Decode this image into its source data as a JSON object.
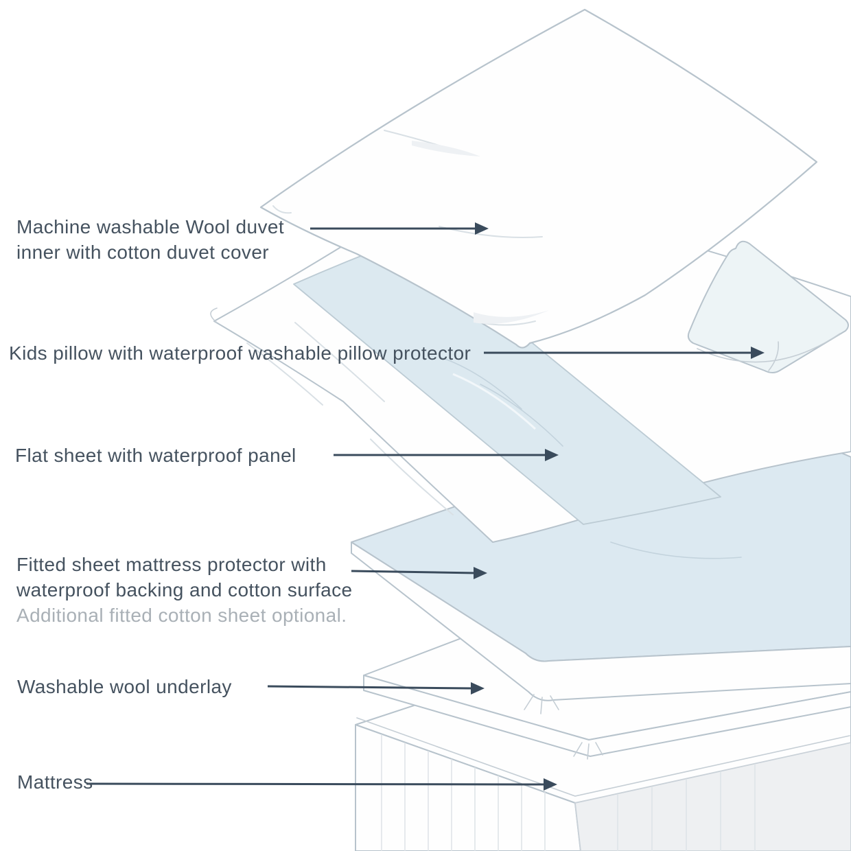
{
  "figure": {
    "type": "exploded-bed-layers-diagram",
    "labels": [
      {
        "id": "duvet",
        "lines": [
          "Machine washable Wool duvet",
          "inner with cotton duvet cover"
        ]
      },
      {
        "id": "kids-pillow",
        "lines": [
          "Kids pillow with waterproof washable pillow protector"
        ]
      },
      {
        "id": "flat-sheet",
        "lines": [
          "Flat sheet with waterproof panel"
        ]
      },
      {
        "id": "fitted-sheet",
        "lines": [
          "Fitted sheet mattress protector with",
          "waterproof backing and cotton surface"
        ],
        "note": "Additional fitted cotton sheet optional."
      },
      {
        "id": "underlay",
        "lines": [
          "Washable wool underlay"
        ]
      },
      {
        "id": "mattress",
        "lines": [
          "Mattress"
        ]
      }
    ],
    "colors": {
      "text": "#45525f",
      "text_muted": "#a9b0b6",
      "arrow": "#3a4b5c",
      "outline": "#b7c3cc",
      "panel_blue": "#dce9f0",
      "protector_blue": "#dce9f1",
      "pillow_blue": "#edf4f6",
      "shadow_gray": "#eef0f2"
    }
  }
}
